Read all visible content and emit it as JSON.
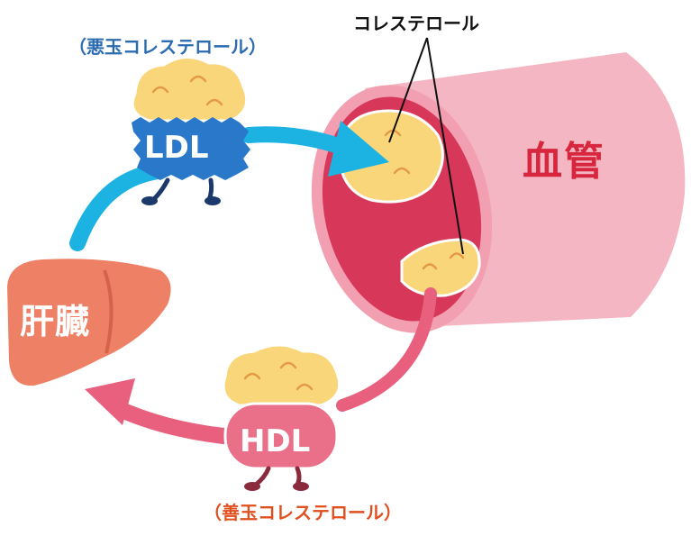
{
  "labels": {
    "ldl_caption": "（悪玉コレステロール）",
    "ldl_name": "LDL",
    "cholesterol": "コレステロール",
    "vessel": "血管",
    "liver": "肝臓",
    "hdl_name": "HDL",
    "hdl_caption": "（善玉コレステロール）"
  },
  "colors": {
    "ldl_blue": "#2a78c9",
    "ldl_arrow": "#1cb3e3",
    "hdl_pink": "#ea6f88",
    "hdl_arrow": "#e8607d",
    "vessel_outer": "#f3b4c1",
    "vessel_inner": "#d7385a",
    "liver": "#ee8066",
    "cholesterol_fill": "#f9d67a",
    "vessel_text": "#d7263d",
    "ldl_caption_text": "#2b6cb0",
    "hdl_caption_text": "#e0501f"
  }
}
